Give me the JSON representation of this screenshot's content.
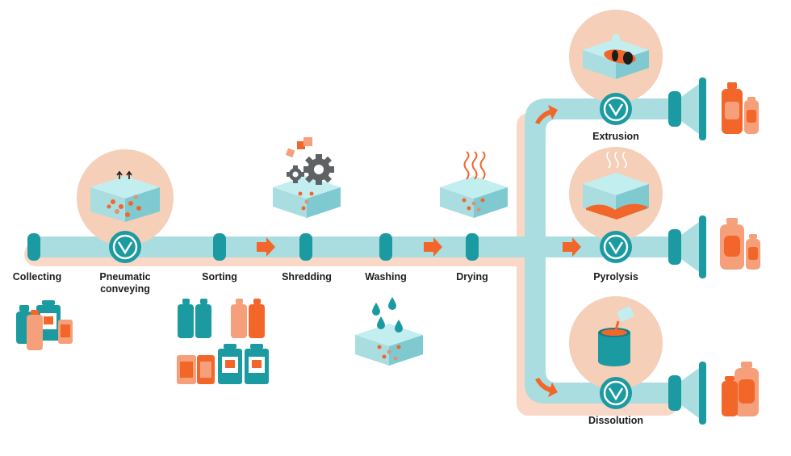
{
  "colors": {
    "pipe": "#a9dde0",
    "pipe_shadow": "#fad8c8",
    "teal": "#1c9aa2",
    "teal_dark": "#137f87",
    "orange": "#f2662a",
    "peach": "#f5cfb8",
    "box_top": "#c3eef0",
    "gear": "#5e6264",
    "label": "#1d1d1b"
  },
  "stages": {
    "collecting": "Collecting",
    "pneumatic_conveying": "Pneumatic\nconveying",
    "sorting": "Sorting",
    "shredding": "Shredding",
    "washing": "Washing",
    "drying": "Drying",
    "extrusion": "Extrusion",
    "pyrolysis": "Pyrolysis",
    "dissolution": "Dissolution"
  }
}
